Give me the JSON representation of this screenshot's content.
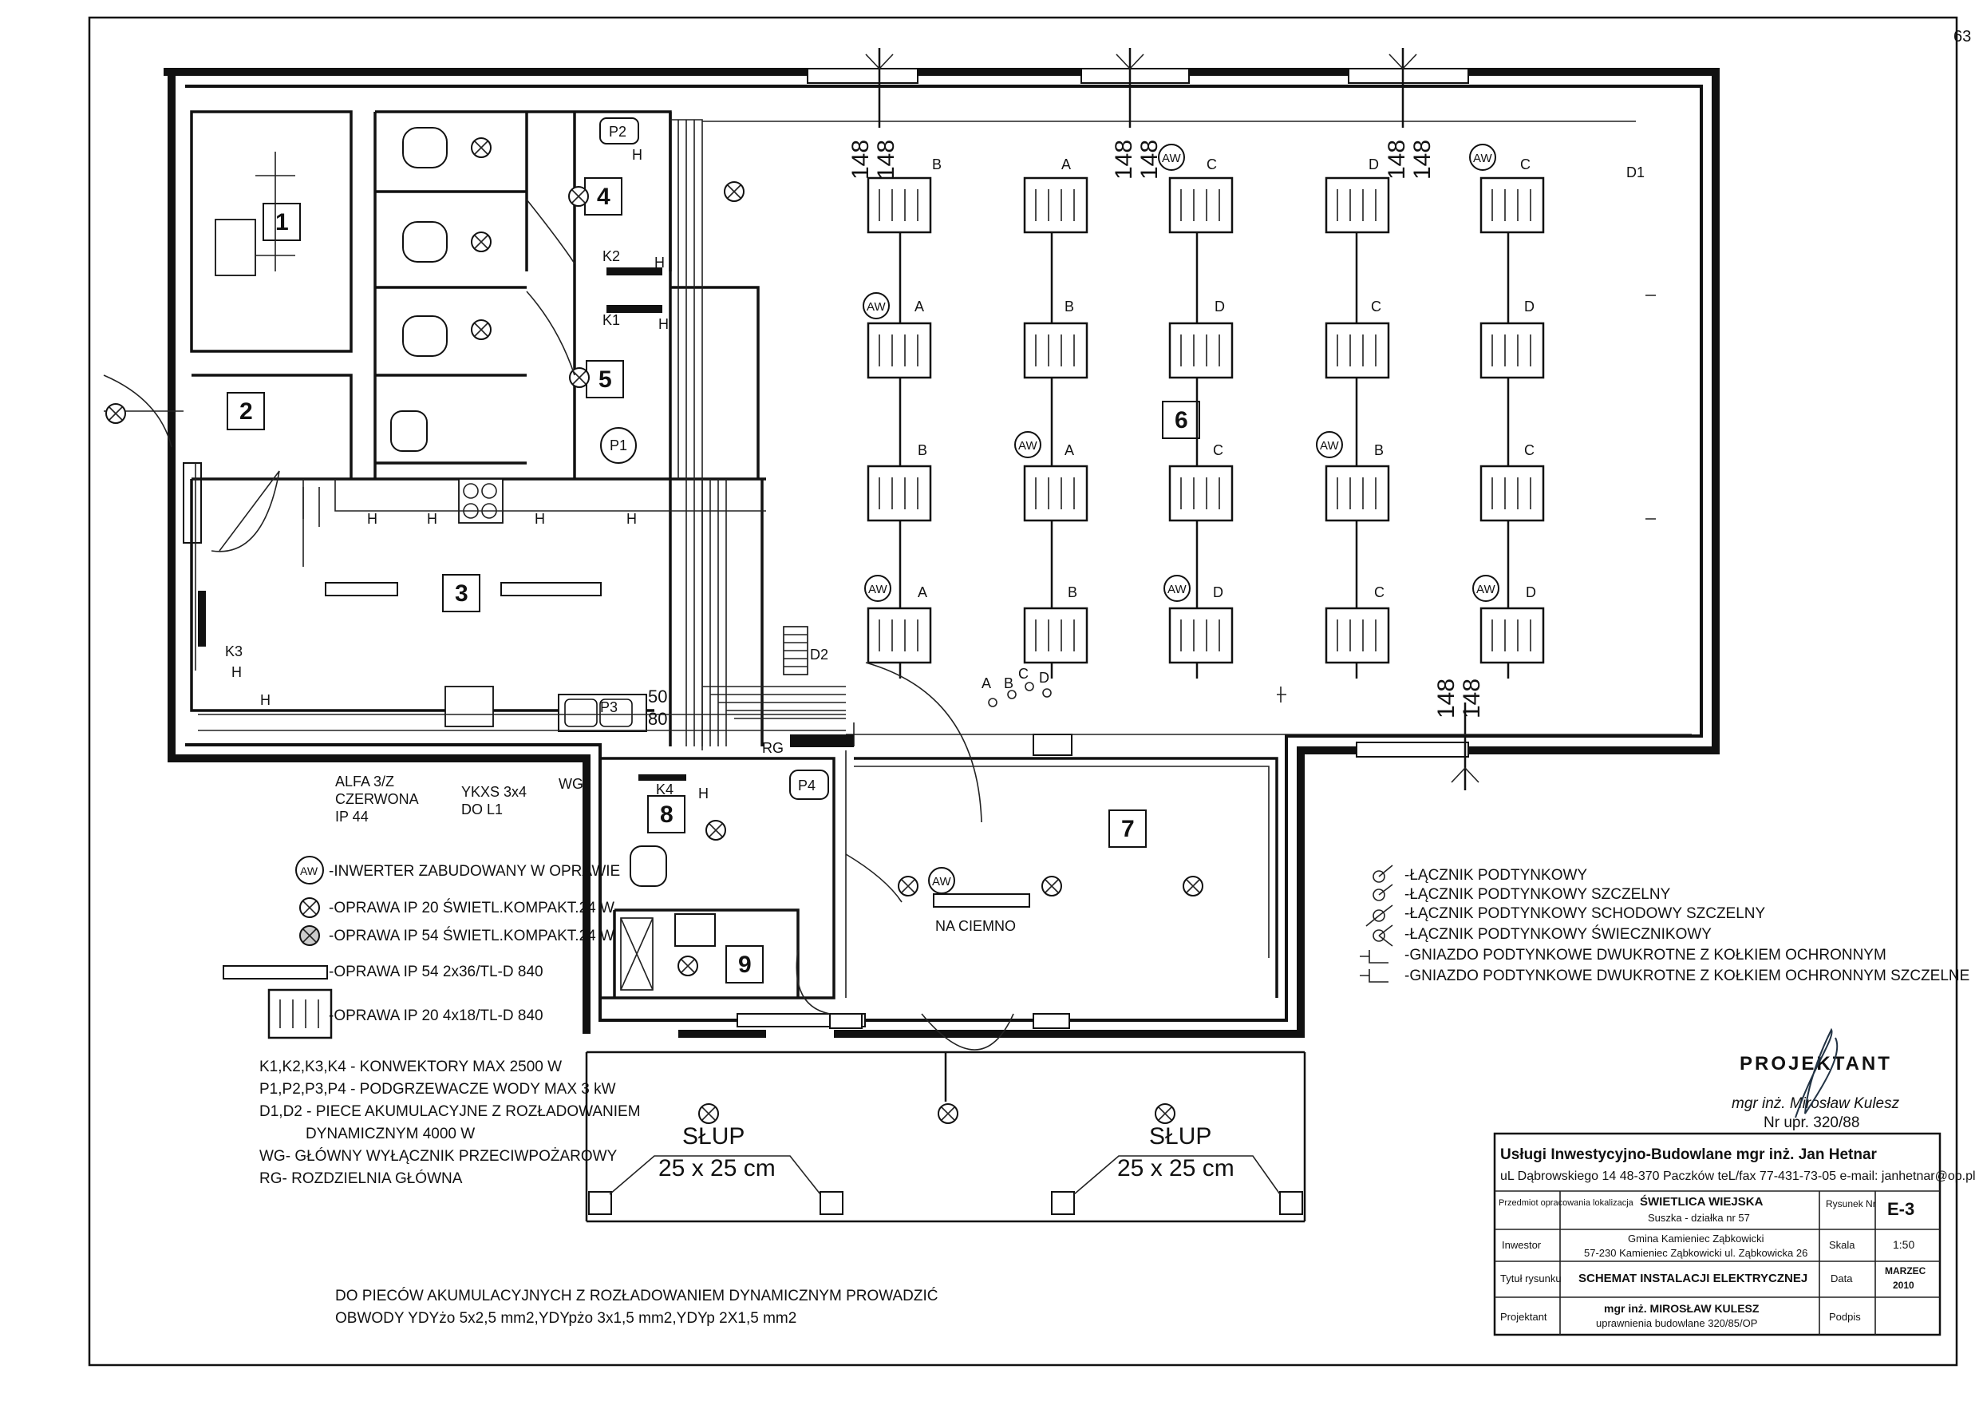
{
  "page_number": "63",
  "rooms": [
    "1",
    "2",
    "3",
    "4",
    "5",
    "6",
    "7",
    "8",
    "9"
  ],
  "numbers": {
    "n148": "148",
    "n50": "50",
    "n80": "80"
  },
  "row_labels": {
    "row1": [
      "B",
      "A",
      "C",
      "D",
      "C"
    ],
    "row2": [
      "A",
      "B",
      "D",
      "C",
      "D"
    ],
    "row3": [
      "B",
      "A",
      "C",
      "B",
      "C"
    ],
    "row4": [
      "A",
      "B",
      "D",
      "C",
      "D"
    ],
    "switches_abcd": [
      "A",
      "B",
      "C",
      "D"
    ]
  },
  "inverter_tag": "AW",
  "heater_tags": {
    "p1": "P1",
    "p2": "P2",
    "p3": "P3",
    "p4": "P4",
    "d1": "D1",
    "d2": "D2"
  },
  "convector_tags": {
    "k1": "K1",
    "k2": "K2",
    "k3": "K3",
    "k4": "K4"
  },
  "socket_tag": "H",
  "misc_labels": {
    "rg": "RG",
    "wg": "WG",
    "alfa": "ALFA 3/Z",
    "czerwona": "CZERWONA",
    "ip44": "IP 44",
    "ykxs": "YKXS 3x4",
    "dol1": "DO L1",
    "na_ciemno": "NA CIEMNO"
  },
  "columns": [
    {
      "label": "SŁUP",
      "size": "25 x 25 cm"
    },
    {
      "label": "SŁUP",
      "size": "25 x 25 cm"
    }
  ],
  "legend_left": [
    "-INWERTER ZABUDOWANY W OPRAWIE",
    "-OPRAWA IP 20 ŚWIETL.KOMPAKT.24 W",
    "-OPRAWA IP 54 ŚWIETL.KOMPAKT.24 W",
    "-OPRAWA IP 54 2x36/TL-D 840",
    "-OPRAWA IP 20 4x18/TL-D 840"
  ],
  "equipment_notes": [
    "K1,K2,K3,K4 - KONWEKTORY MAX 2500 W",
    "P1,P2,P3,P4 - PODGRZEWACZE WODY MAX 3 kW",
    "D1,D2 - PIECE AKUMULACYJNE Z ROZŁADOWANIEM",
    "DYNAMICZNYM 4000 W",
    "WG- GŁÓWNY WYŁĄCZNIK PRZECIWPOŻAROWY",
    "RG- ROZDZIELNIA GŁÓWNA"
  ],
  "legend_right": [
    "-ŁĄCZNIK PODTYNKOWY",
    "-ŁĄCZNIK PODTYNKOWY SZCZELNY",
    "-ŁĄCZNIK PODTYNKOWY SCHODOWY SZCZELNY",
    "-ŁĄCZNIK PODTYNKOWY ŚWIECZNIKOWY",
    "-GNIAZDO PODTYNKOWE DWUKROTNE Z KOŁKIEM OCHRONNYM",
    "-GNIAZDO PODTYNKOWE DWUKROTNE Z KOŁKIEM OCHRONNYM SZCZELNE"
  ],
  "bottom_note": [
    "DO PIECÓW AKUMULACYJNYCH Z ROZŁADOWANIEM DYNAMICZNYM PROWADZIĆ",
    "OBWODY YDYżo 5x2,5 mm2,YDYpżo 3x1,5 mm2,YDYp 2X1,5 mm2"
  ],
  "stamp": {
    "title": "PROJEKTANT",
    "name": "mgr inż. Mirosław Kulesz",
    "permit": "Nr upr. 320/88"
  },
  "title_block": {
    "company": "Usługi Inwestycyjno-Budowlane  mgr inż. Jan Hetnar",
    "address": "uL Dąbrowskiego 14  48-370 Paczków  teL/fax 77-431-73-05  e-mail: janhetnar@op.pl",
    "r1_label": "Przedmiot opracowania lokalizacja",
    "r1_value1": "ŚWIETLICA WIEJSKA",
    "r1_value2": "Suszka - działka nr 57",
    "r1_key": "Rysunek Nr",
    "r1_keyval": "E-3",
    "r2_label": "Inwestor",
    "r2_value1": "Gmina Kamieniec Ząbkowicki",
    "r2_value2": "57-230 Kamieniec Ząbkowicki ul. Ząbkowicka 26",
    "r2_key": "Skala",
    "r2_keyval": "1:50",
    "r3_label": "Tytuł rysunku",
    "r3_value": "SCHEMAT INSTALACJI ELEKTRYCZNEJ",
    "r3_key": "Data",
    "r3_keyval1": "MARZEC",
    "r3_keyval2": "2010",
    "r4_label": "Projektant",
    "r4_value1": "mgr inż. MIROSŁAW KULESZ",
    "r4_value2": "uprawnienia budowlane 320/85/OP",
    "r4_key": "Podpis"
  }
}
